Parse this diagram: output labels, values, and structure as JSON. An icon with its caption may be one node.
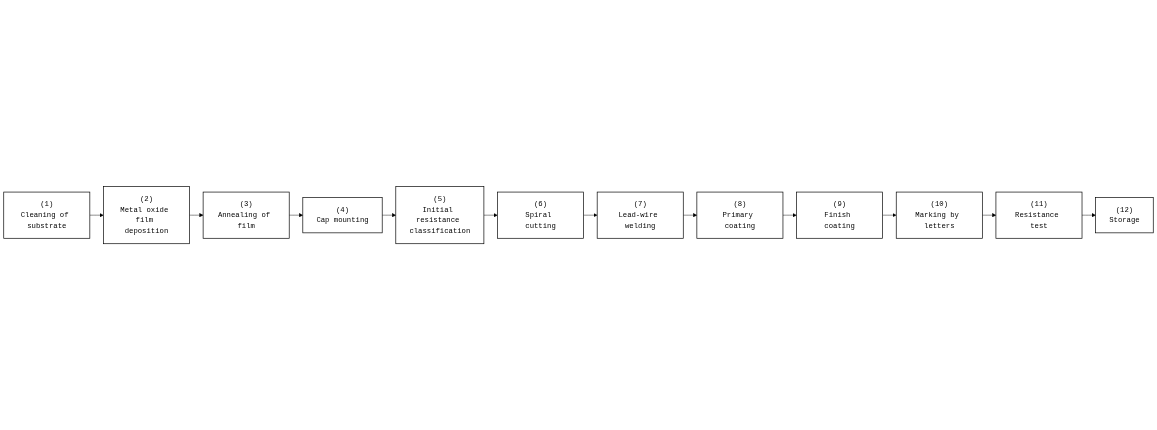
{
  "diagram": {
    "nodes": [
      {
        "text": [
          "(1)",
          "Cleaning of substrate"
        ]
      },
      {
        "text": [
          "(2)",
          "Metal oxide film deposition"
        ]
      },
      {
        "text": [
          "(3)",
          "Annealing of film"
        ]
      },
      {
        "text": [
          "(4)",
          "Cap mounting"
        ]
      },
      {
        "text": [
          "(5)",
          "Initial resistance classification"
        ]
      },
      {
        "text": [
          "(6)",
          "Spiral cutting"
        ]
      },
      {
        "text": [
          "(7)",
          "Lead-wire welding"
        ]
      },
      {
        "text": [
          "(8)",
          "Primary coating"
        ]
      },
      {
        "text": [
          "(9)",
          "Finish coating"
        ]
      },
      {
        "text": [
          "(10)",
          "Marking by letters"
        ]
      },
      {
        "text": [
          "(11)",
          "Resistance test"
        ]
      },
      {
        "text": [
          "(12)",
          "Storage"
        ]
      }
    ],
    "edges": [
      {
        "from": 0,
        "to": 1,
        "arrow": "to"
      },
      {
        "from": 1,
        "to": 2,
        "arrow": "to"
      },
      {
        "from": 2,
        "to": 3,
        "arrow": "to"
      },
      {
        "from": 3,
        "to": 4,
        "arrow": "to"
      },
      {
        "from": 4,
        "to": 5,
        "arrow": "to"
      },
      {
        "from": 5,
        "to": 6,
        "arrow": "to"
      },
      {
        "from": 6,
        "to": 7,
        "arrow": "to"
      },
      {
        "from": 7,
        "to": 8,
        "arrow": "to"
      },
      {
        "from": 8,
        "to": 9,
        "arrow": "to"
      },
      {
        "from": 9,
        "to": 10,
        "arrow": "to"
      },
      {
        "from": 10,
        "to": 11,
        "arrow": "to"
      }
    ]
  }
}
